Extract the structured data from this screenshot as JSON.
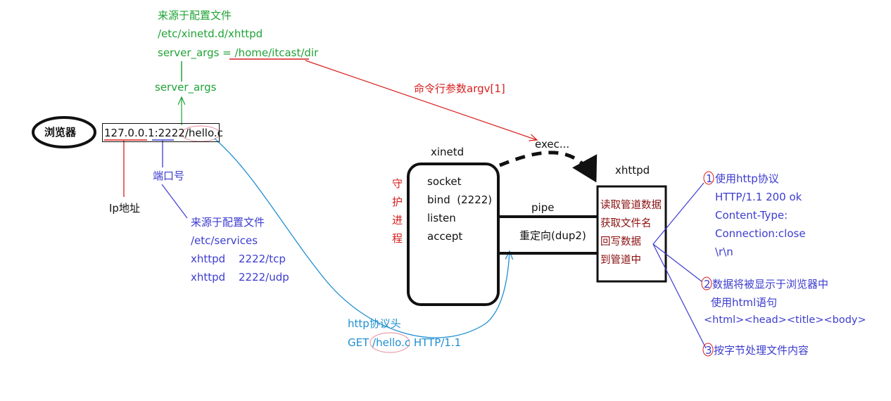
{
  "colors": {
    "green": "#1fa336",
    "red": "#d81e1e",
    "blue": "#3c3ccf",
    "cyan": "#1f8fd1",
    "black": "#111111",
    "dark_red": "#8b1010"
  },
  "config_top": {
    "line1": "来源于配置文件",
    "line2": "/etc/xinetd.d/xhttpd",
    "line3_prefix": "server_args = ",
    "line3_value": "/home/itcast/dir"
  },
  "server_args_label": "server_args",
  "argv_label": "命令行参数argv[1]",
  "browser_label": "浏览器",
  "url": {
    "ip": "127.0.0.1",
    "colon": ":",
    "port": "2222",
    "path": "/hello.c"
  },
  "port_label": "端口号",
  "ip_label": "Ip地址",
  "services": {
    "line1": "来源于配置文件",
    "line2": "/etc/services",
    "row1_name": "xhttpd",
    "row1_value": "2222/tcp",
    "row2_name": "xhttpd",
    "row2_value": "2222/udp"
  },
  "http_header": {
    "title": "http协议头",
    "get": "GET /",
    "file": "hello.c",
    "version": " HTTP/1.1"
  },
  "xinetd": {
    "title": "xinetd",
    "daemon_chars": [
      "守",
      "护",
      "进",
      "程"
    ],
    "calls": [
      "socket",
      "bind  (2222)",
      "listen",
      "accept"
    ]
  },
  "exec_label": "exec...",
  "pipe_label": "pipe",
  "redirect_label": "重定向(dup2)",
  "xhttpd": {
    "title": "xhttpd",
    "steps": [
      "读取管道数据",
      "获取文件名",
      "回写数据",
      "到管道中"
    ]
  },
  "notes": {
    "n1_num": "1",
    "n1_title": "使用http协议",
    "n1_lines": [
      "HTTP/1.1 200 ok",
      "Content-Type:",
      "Connection:close",
      "\\r\\n"
    ],
    "n2_num": "2",
    "n2_title": "数据将被显示于浏览器中",
    "n2_line1": "使用html语句",
    "n2_line2": "<html><head><title><body>",
    "n3_num": "3",
    "n3_title": "按字节处理文件内容"
  }
}
